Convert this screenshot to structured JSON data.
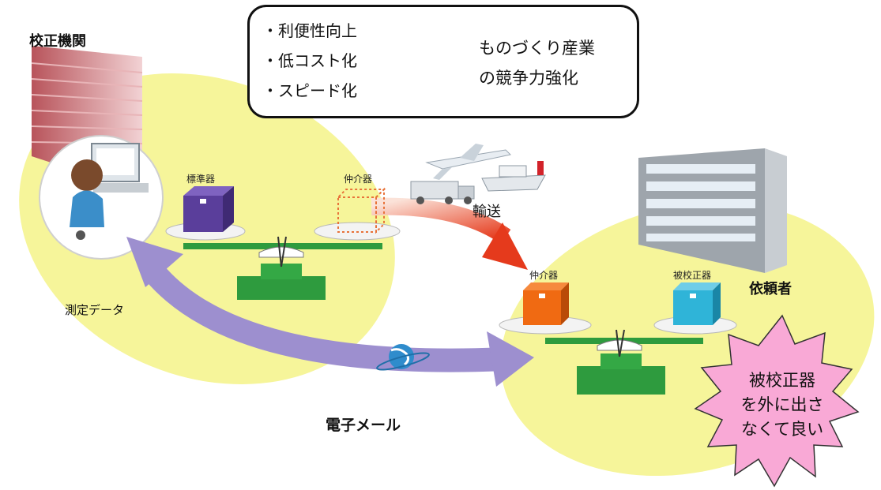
{
  "labels": {
    "calibration_org": "校正機関",
    "requester": "依頼者",
    "measurement_data": "測定データ",
    "email": "電子メール",
    "standard": "標準器",
    "intermediary_left": "仲介器",
    "intermediary_right": "仲介器",
    "device_under_calibration": "被校正器",
    "transport": "輸送"
  },
  "benefits": {
    "items": [
      "・利便性向上",
      "・低コスト化",
      "・スピード化"
    ],
    "result_lines": [
      "ものづくり産業",
      "の競争力強化"
    ]
  },
  "starburst": {
    "lines": [
      "被校正器",
      "を外に出さ",
      "なくて良い"
    ]
  },
  "colors": {
    "ellipse": "#f6f59a",
    "arrow_purple": "#9d8fcf",
    "arrow_red": "#e53a1c",
    "starburst": "#f9a9d6",
    "box_standard": "#5a3e9b",
    "box_intermediary": "#f06a12",
    "box_calibrated": "#2fb4d8",
    "scale_green": "#2e9b3e",
    "institute_building": "#c96a6f"
  }
}
